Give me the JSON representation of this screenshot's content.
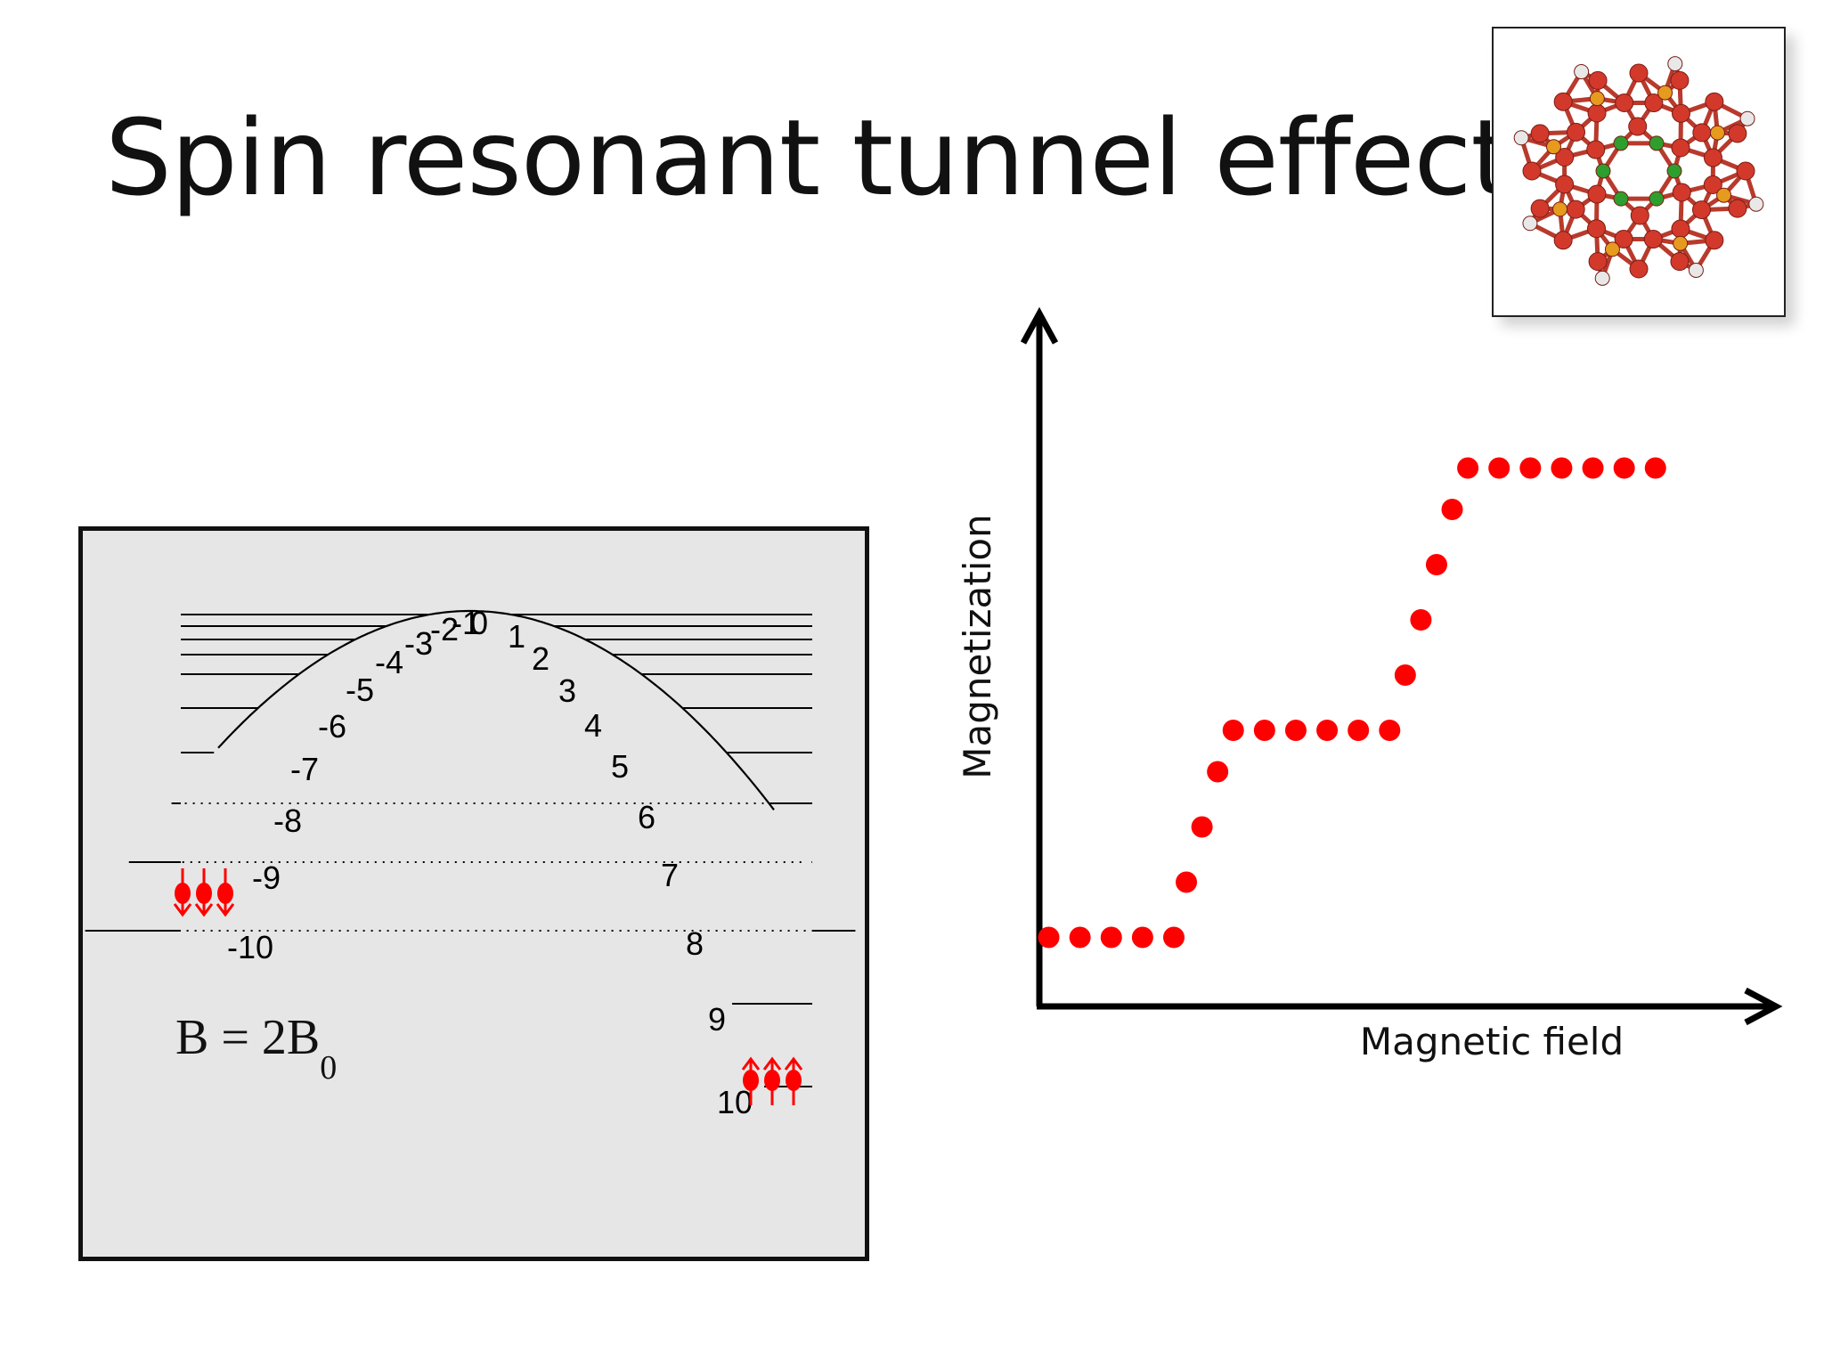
{
  "slide": {
    "title": "Spin resonant tunnel effect"
  },
  "energy_diagram": {
    "levels_left": [
      "-10",
      "-9",
      "-8",
      "-7",
      "-6",
      "-5",
      "-4",
      "-3",
      "-2",
      "-1",
      "0"
    ],
    "levels_right": [
      "1",
      "2",
      "3",
      "4",
      "5",
      "6",
      "7",
      "8",
      "9",
      "10"
    ],
    "equation_main": "B = 2B",
    "equation_sub": "0",
    "spin_down_count": 3,
    "spin_up_count": 3,
    "spin_color": "#ff0000"
  },
  "chart_data": {
    "type": "scatter",
    "xlabel": "Magnetic field",
    "ylabel": "Magnetization",
    "x_ticks": [],
    "y_ticks": [],
    "marker_color": "#ff0000",
    "series": [
      {
        "points": [
          [
            0.3,
            1.0
          ],
          [
            1.3,
            1.0
          ],
          [
            2.3,
            1.0
          ],
          [
            3.3,
            1.0
          ],
          [
            4.3,
            1.0
          ],
          [
            4.7,
            1.8
          ],
          [
            5.2,
            2.6
          ],
          [
            5.7,
            3.4
          ],
          [
            6.2,
            4.0
          ],
          [
            7.2,
            4.0
          ],
          [
            8.2,
            4.0
          ],
          [
            9.2,
            4.0
          ],
          [
            10.2,
            4.0
          ],
          [
            11.2,
            4.0
          ],
          [
            11.7,
            4.8
          ],
          [
            12.2,
            5.6
          ],
          [
            12.7,
            6.4
          ],
          [
            13.2,
            7.2
          ],
          [
            13.7,
            7.8
          ],
          [
            14.7,
            7.8
          ],
          [
            15.7,
            7.8
          ],
          [
            16.7,
            7.8
          ],
          [
            17.7,
            7.8
          ],
          [
            18.7,
            7.8
          ],
          [
            19.7,
            7.8
          ]
        ]
      }
    ],
    "xlim": [
      0,
      26
    ],
    "ylim": [
      0,
      10
    ],
    "grid": false,
    "legend": "none"
  }
}
